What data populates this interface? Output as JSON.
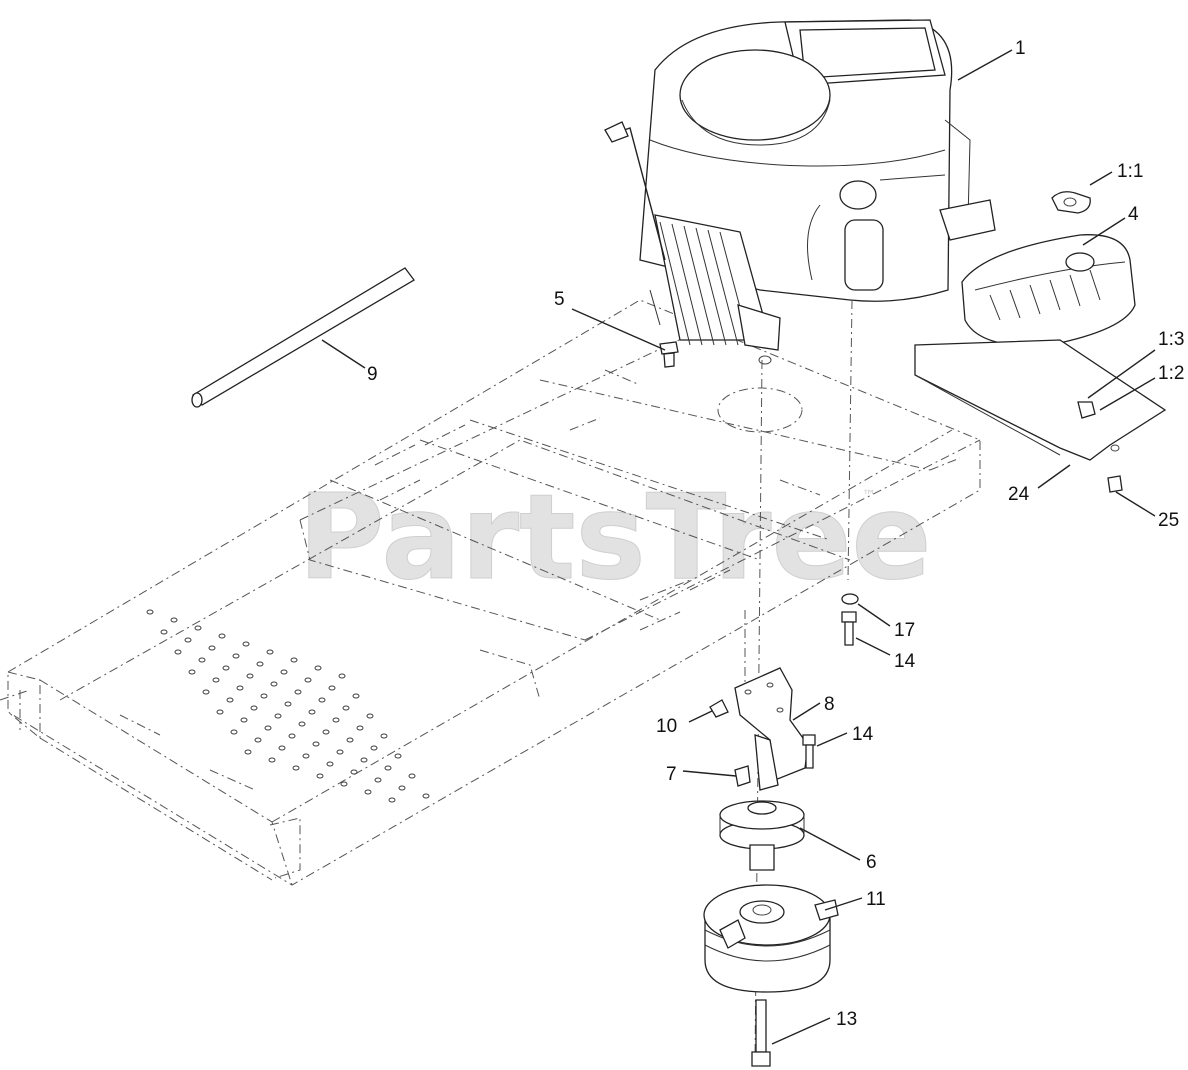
{
  "watermark": {
    "text": "PartsTree",
    "trademark": "™"
  },
  "callouts": {
    "c1": "1",
    "c1_1": "1:1",
    "c4": "4",
    "c5": "5",
    "c9": "9",
    "c1_3": "1:3",
    "c1_2": "1:2",
    "c24": "24",
    "c25": "25",
    "c17": "17",
    "c14a": "14",
    "c8": "8",
    "c10": "10",
    "c14b": "14",
    "c7": "7",
    "c6": "6",
    "c11": "11",
    "c13": "13"
  }
}
